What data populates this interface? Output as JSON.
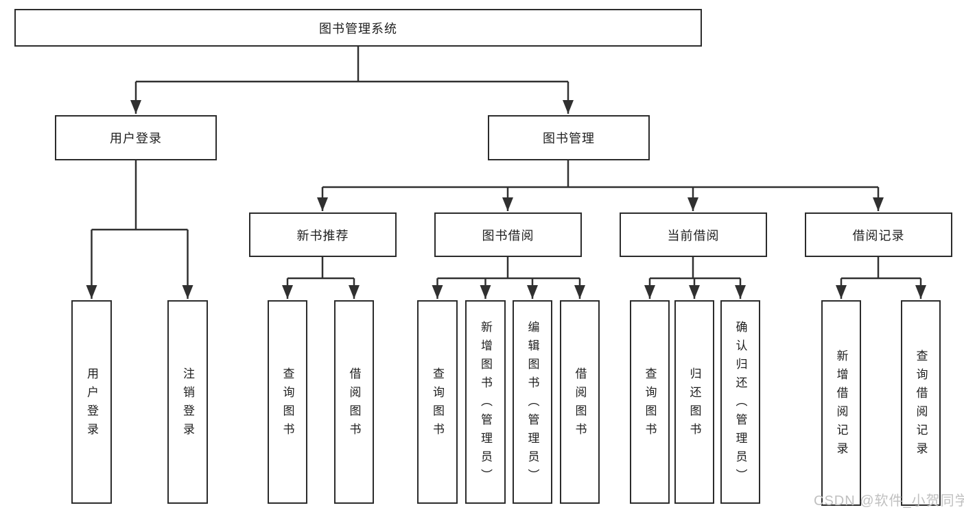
{
  "diagram": {
    "title_node": "图书管理系统",
    "level2": [
      "用户登录",
      "图书管理"
    ],
    "level3": [
      "新书推荐",
      "图书借阅",
      "当前借阅",
      "借阅记录"
    ],
    "leaves": {
      "user_login": [
        "用户登录",
        "注销登录"
      ],
      "new_book": [
        "查询图书",
        "借阅图书"
      ],
      "book_borrow": [
        "查询图书",
        "新增图书（管理员）",
        "编辑图书（管理员）",
        "借阅图书"
      ],
      "current_borrow": [
        "查询图书",
        "归还图书",
        "确认归还（管理员）"
      ],
      "borrow_record": [
        "新增借阅记录",
        "查询借阅记录"
      ]
    }
  },
  "watermark": {
    "text": "CSDN @软件_小贺同学"
  },
  "colors": {
    "line": "#303030",
    "box_border": "#2b2b2b",
    "box_fill": "#ffffff",
    "text": "#1e1e1e",
    "watermark": "#c0c0c0",
    "background": "#ffffff"
  }
}
